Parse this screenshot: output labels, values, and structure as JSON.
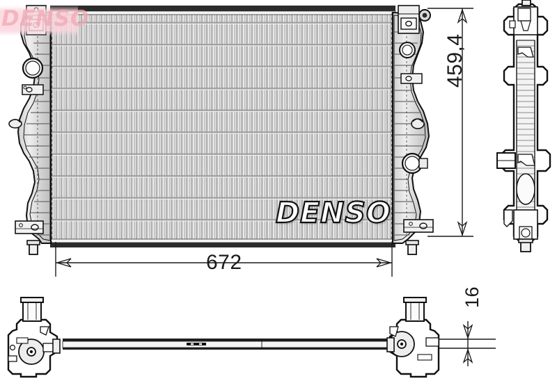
{
  "drawing": {
    "type": "technical-dimension-drawing",
    "subject": "automotive radiator",
    "brand": "DENSO",
    "views": [
      {
        "name": "front-view",
        "position": "left"
      },
      {
        "name": "side-view",
        "position": "right"
      },
      {
        "name": "top-view",
        "position": "bottom"
      }
    ]
  },
  "logo": {
    "text": "DENSO",
    "watermark_text": "DENSO",
    "color": "#111111",
    "watermark_color": "#f2a8b4"
  },
  "dimensions": {
    "height": {
      "label": "459,4",
      "value": 459.4,
      "unit": "mm",
      "orientation": "vertical",
      "view": "front-view"
    },
    "width": {
      "label": "672",
      "value": 672,
      "unit": "mm",
      "orientation": "horizontal",
      "view": "front-view"
    },
    "depth": {
      "label": "16",
      "value": 16,
      "unit": "mm",
      "orientation": "vertical",
      "view": "top-view"
    }
  },
  "colors": {
    "line": "#111111",
    "core_fin": "#b4b4b4",
    "core_light": "#e8e8e8",
    "tank_fill": "#d9d9d9",
    "background": "#ffffff",
    "watermark": "#f2a8b4"
  }
}
